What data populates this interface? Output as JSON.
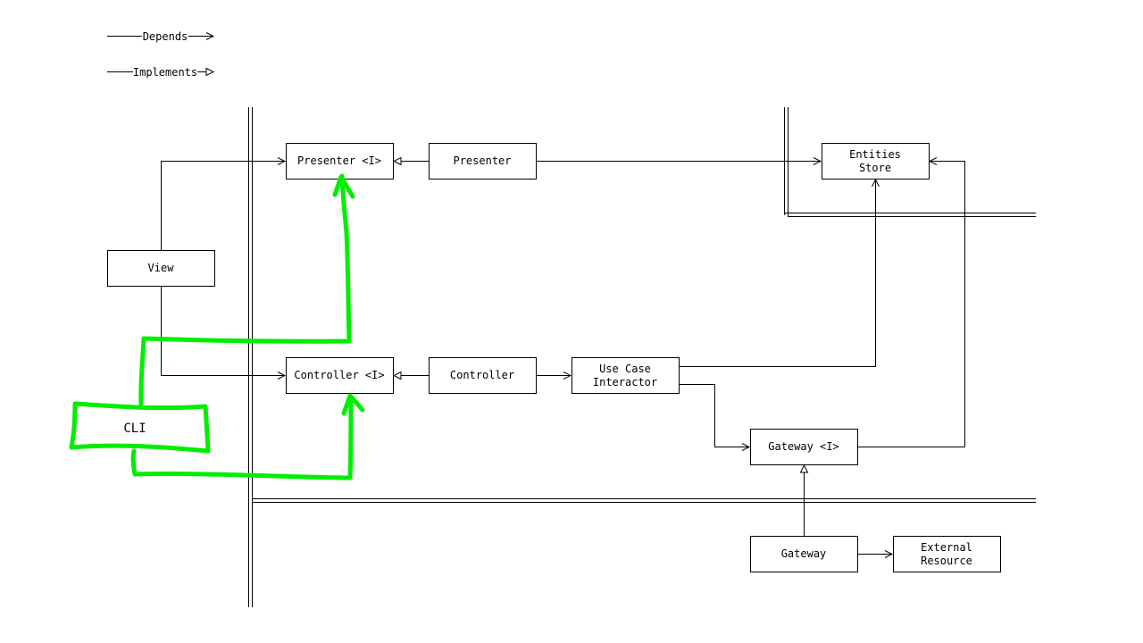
{
  "legend": {
    "depends_label": "Depends",
    "implements_label": "Implements"
  },
  "boxes": {
    "presenter_interface": "Presenter <I>",
    "presenter": "Presenter",
    "entities_store_line1": "Entities",
    "entities_store_line2": "Store",
    "view": "View",
    "controller_interface": "Controller <I>",
    "controller": "Controller",
    "use_case_interactor_line1": "Use Case",
    "use_case_interactor_line2": "Interactor",
    "gateway_interface": "Gateway <I>",
    "gateway": "Gateway",
    "external_resource_line1": "External",
    "external_resource_line2": "Resource"
  },
  "annotation": {
    "cli_label": "CLI",
    "highlight_color": "#00ee00"
  },
  "colors": {
    "line": "#000000",
    "background": "#ffffff"
  }
}
